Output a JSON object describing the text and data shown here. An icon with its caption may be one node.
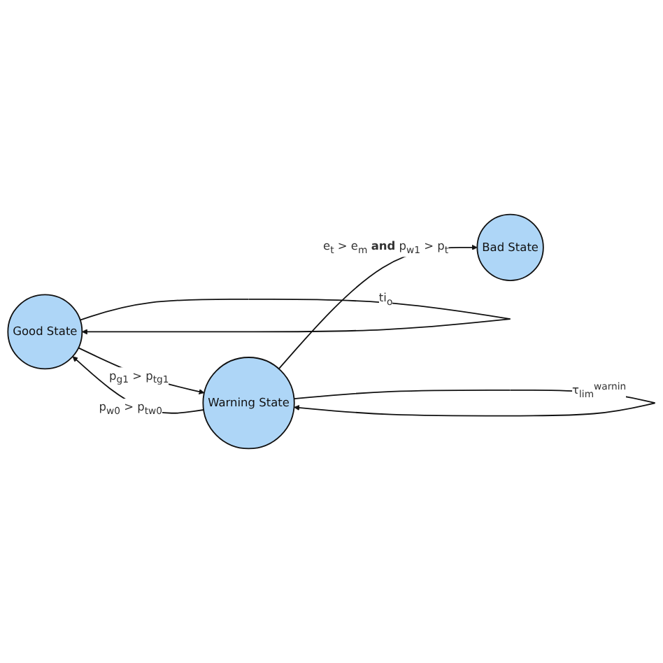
{
  "diagram": {
    "nodes": [
      {
        "text": [
          "Good State"
        ]
      },
      {
        "text": [
          "Warning State"
        ]
      },
      {
        "text": [
          "Bad State"
        ]
      }
    ],
    "edges": [
      {
        "from": 0,
        "to": 0,
        "arrow": "to",
        "label": "ti$_{o}$"
      },
      {
        "from": 0,
        "to": 1,
        "arrow": "to",
        "label": "p$_{g1}$ > p$_{tg1}$"
      },
      {
        "from": 1,
        "to": 0,
        "arrow": "to",
        "label": "p$_{w0}$ > p$_{tw0}$"
      },
      {
        "from": 1,
        "to": 1,
        "arrow": "to",
        "label": "τ$_{lim}$$^{warnin}$"
      },
      {
        "from": 1,
        "to": 2,
        "arrow": "to",
        "label": "e$_{t}$ > e$_{m}$ **and** p$_{w1}$ > p$_{t}$"
      }
    ]
  }
}
